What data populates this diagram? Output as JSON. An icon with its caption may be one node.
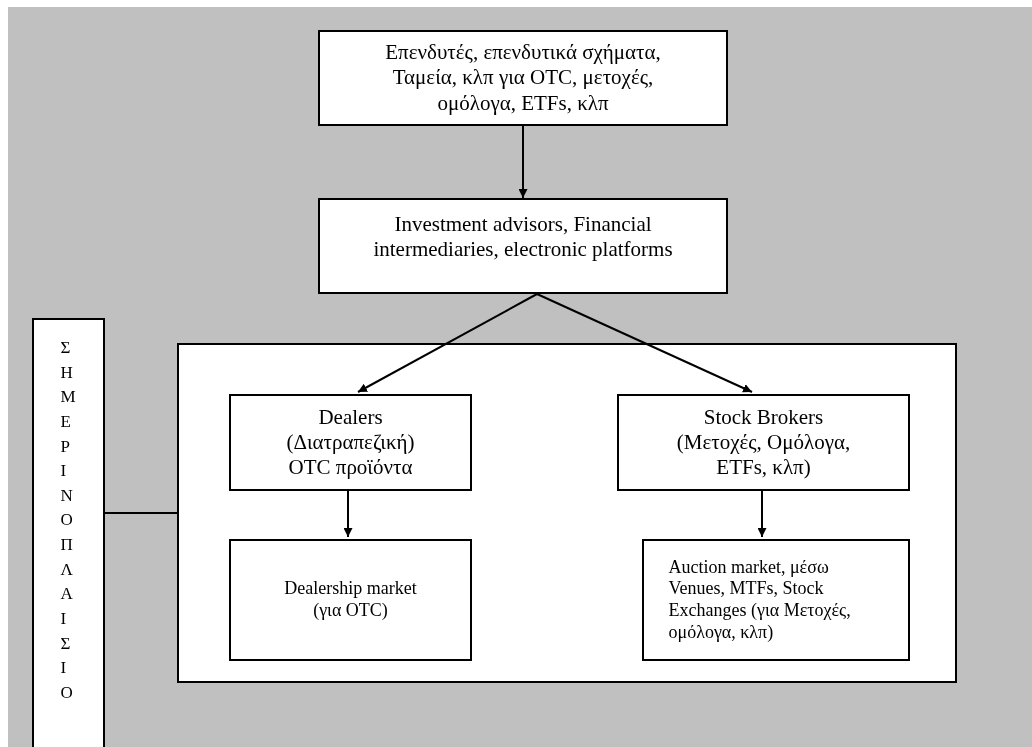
{
  "diagram": {
    "nodes": [
      {
        "text": [
          "Επενδυτές, επενδυτικά σχήματα, Ταμεία, κλπ για OTC, μετοχές, ομόλογα, ETFs, κλπ"
        ]
      },
      {
        "text": [
          "Investment advisors, Financial intermediaries, electronic platforms"
        ]
      },
      {
        "text": [
          "ΣΗΜΕΡΙΝΟ ΠΛΑΙΣΙΟ"
        ]
      },
      {
        "text": [],
        "shape": "box"
      },
      {
        "text": [
          "Dealers (Διατραπεζική) OTC προϊόντα"
        ],
        "in": 3
      },
      {
        "text": [
          "Stock Brokers (Μετοχές, Ομόλογα, ETFs, κλπ)"
        ],
        "in": 3
      },
      {
        "text": [
          "Dealership market (για OTC)"
        ],
        "in": 3
      },
      {
        "text": [
          "Auction market, μέσω Venues, MTFs, Stock Exchanges (για Μετοχές, ομόλογα, κλπ)"
        ],
        "in": 3
      }
    ],
    "edges": [
      {
        "from": 0,
        "to": 1,
        "arrow": "to"
      },
      {
        "from": 1,
        "to": 4,
        "arrow": "to"
      },
      {
        "from": 1,
        "to": 5,
        "arrow": "to"
      },
      {
        "from": 4,
        "to": 6,
        "arrow": "to"
      },
      {
        "from": 5,
        "to": 7,
        "arrow": "to"
      },
      {
        "from": 2,
        "to": 3,
        "arrow": "none"
      }
    ]
  }
}
